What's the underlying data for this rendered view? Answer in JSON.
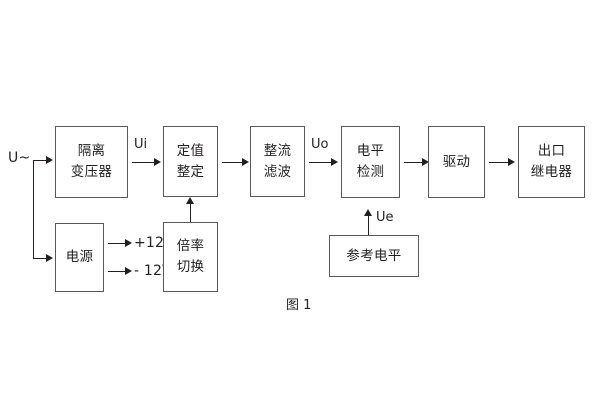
{
  "diagram": {
    "caption": "图 1",
    "source_label": "U~",
    "blocks": [
      {
        "id": "isolation-transformer",
        "lines": [
          "隔离",
          "变压器"
        ]
      },
      {
        "id": "setting-value",
        "lines": [
          "定值",
          "整定"
        ]
      },
      {
        "id": "rectify-filter",
        "lines": [
          "整流",
          "滤波"
        ]
      },
      {
        "id": "level-detect",
        "lines": [
          "电平",
          "检测"
        ]
      },
      {
        "id": "drive",
        "lines": [
          "驱动"
        ]
      },
      {
        "id": "output-relay",
        "lines": [
          "出口",
          "继电器"
        ]
      },
      {
        "id": "power-supply",
        "lines": [
          "电源"
        ]
      },
      {
        "id": "multiplier-switch",
        "lines": [
          "倍率",
          "切换"
        ]
      },
      {
        "id": "reference-level",
        "lines": [
          "参考电平"
        ]
      }
    ],
    "signals": {
      "ui": "Ui",
      "uo": "Uo",
      "ue": "Ue"
    },
    "rails": {
      "positive": "+12V",
      "negative": "- 12V"
    },
    "colors": {
      "stroke": "#231f20",
      "box_border": "#58585a",
      "background": "#ffffff"
    }
  }
}
